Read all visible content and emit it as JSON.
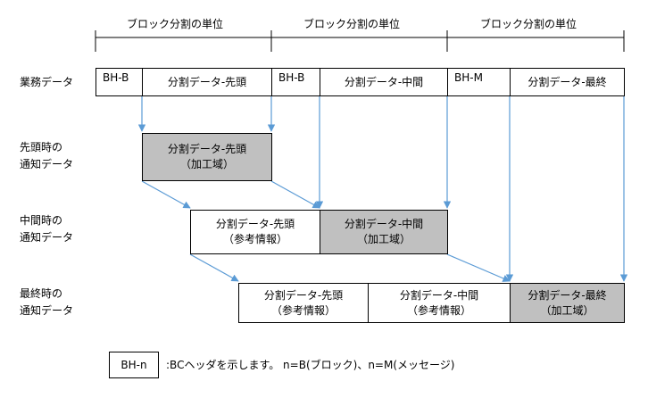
{
  "header": {
    "unit_labels": [
      "ブロック分割の単位",
      "ブロック分割の単位",
      "ブロック分割の単位"
    ]
  },
  "rows": {
    "business_data": "業務データ",
    "head_time": [
      "先頭時の",
      "通知データ"
    ],
    "middle_time": [
      "中間時の",
      "通知データ"
    ],
    "last_time": [
      "最終時の",
      "通知データ"
    ]
  },
  "business": {
    "bh1": "BH-B",
    "seg1": "分割データ-先頭",
    "bh2": "BH-B",
    "seg2": "分割データ-中間",
    "bh3": "BH-M",
    "seg3": "分割データ-最終"
  },
  "head_notice": {
    "box1": [
      "分割データ-先頭",
      "（加工域）"
    ]
  },
  "middle_notice": {
    "box1": [
      "分割データ-先頭",
      "（参考情報）"
    ],
    "box2": [
      "分割データ-中間",
      "（加工域）"
    ]
  },
  "last_notice": {
    "box1": [
      "分割データ-先頭",
      "（参考情報）"
    ],
    "box2": [
      "分割データ-中間",
      "（参考情報）"
    ],
    "box3": [
      "分割データ-最終",
      "（加工域）"
    ]
  },
  "legend": {
    "box": "BH-n",
    "text": ":BCヘッダを示します。 n=B(ブロック)、n=M(メッセージ)"
  },
  "colors": {
    "processing_area_fill": "#c0c0c0",
    "arrow": "#5b9bd5"
  }
}
